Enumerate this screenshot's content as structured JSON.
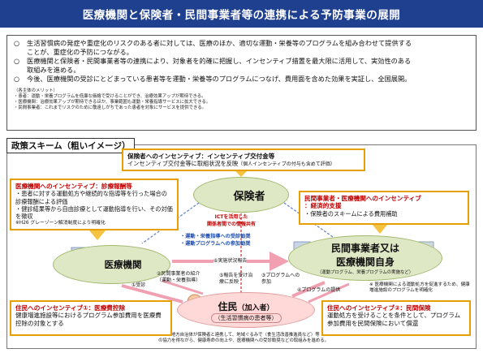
{
  "title": "医療機関と保険者・民間事業者等の連携による予防事業の展開",
  "intro": {
    "bullets": [
      {
        "mark": "○",
        "lines": [
          "生活習慣病の発症や重症化のリスクのある者に対しては、医療のほか、適切な運動・栄養等のプログラムを組み合わせて提供する",
          "ことが、重症化の予防につながる。"
        ]
      },
      {
        "mark": "○",
        "lines": [
          "医療機関と保険者・民間事業者等の連携により、対象者を的確に把握し、インセンティブ措置を最大限に活用して、実効性のある",
          "取組みを進める。"
        ]
      },
      {
        "mark": "○",
        "lines": [
          "今後、医療機関の受診にとどまっている患者等を運動・栄養等のプログラムにつなげ、費用面を含めた効果を実証し、全国展開。"
        ]
      }
    ],
    "notes": [
      "（各主体のメリット）",
      "・患者：運動・栄養プログラムを低廉な価格で受けることができ、治療効果アップが期待できる。",
      "・医療機関：治療効果アップが期待できるほか、事業範囲も運動・栄養指導サービスに拡大できる。",
      "・民間事業者：これまでリスクのために敬遠しがちであった患者を対象にサービスを提供できる。"
    ]
  },
  "scheme": {
    "title": "政策スキーム（粗いイメージ）",
    "insurer_incentive": {
      "title": "保険者へのインセンティブ：インセンティブ交付金等",
      "body": "インセンティブ交付金等に取組状況を反映",
      "note": "（個人インセンティブの付与も含めて評価）"
    },
    "medical_incentive": {
      "title": "医療機関へのインセンティブ：診療報酬等",
      "lines": [
        "・患者に対する運動処方や継続的な指導等を行った場合の診療報酬による評価",
        "・健診結果等から自由診療として運動指導を行い、その対価を徴収"
      ],
      "note": "※H26 グレーゾーン解消制度により明確化"
    },
    "private_incentive": {
      "title": "民間事業者・医療機関へのインセンティブ",
      "subtitle": "：経済的支援",
      "body": "・保険者のスキームによる費用補助"
    },
    "resident_incentive_1": {
      "title": "住民へのインセンティブ①：医療費控除",
      "body": "健康増進施設等におけるプログラム参加費用を医療費控除の対象とする"
    },
    "resident_incentive_2": {
      "title": "住民へのインセンティブ②：民間保険",
      "body": "運動処方を受けることを条件として、プログラム参加費用を民間保険において償還"
    },
    "nodes": {
      "insurer": "保険者",
      "medical": "医療機関",
      "private_1": "民間事業者又は",
      "private_2": "医療機関自身",
      "private_sub": "（運動プログラム、栄養プログラムの実施など）",
      "resident": "住民",
      "resident_sub": "（加入者）",
      "resident_sub2": "（生活習慣病の患者等）"
    },
    "edge_labels": {
      "ict": "ICTを活用した",
      "ict2": "関係者間での情報共有",
      "notify_1": "・運動・栄養指導への受診勧奨",
      "notify_2": "・運動プログラムへの参加勧奨",
      "e1": "①受診",
      "e2": "②民間事業者の紹介",
      "e2b": "（運動・栄養指導）",
      "e3": "③プログラムへの参加",
      "e4": "④プログラムの提供",
      "e5": "⑤報告を受け治療に反映",
      "e6": "⑥実施状況報告"
    },
    "side_note": "※ 医療機関による運動処方を促進するため、健康増進施設のプログラムを明確化",
    "bottom_note_1": "※地方自治体が保険者と連携して、地域ぐるみで（食生活改善推進員など）等",
    "bottom_note_2": "の協力を得ながら、健康寿命の向上や、医療機関への受診勧奨などの取組みを進める。"
  }
}
